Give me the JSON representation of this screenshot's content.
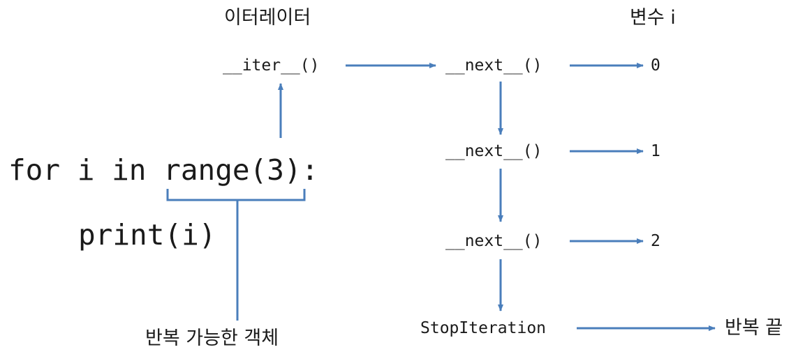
{
  "headers": {
    "iterator": "이터레이터",
    "variable": "변수 i"
  },
  "code": {
    "line1": "for i in range(3):",
    "line2": "print(i)"
  },
  "calls": {
    "iter": "__iter__()",
    "next1": "__next__()",
    "next2": "__next__()",
    "next3": "__next__()",
    "stop": "StopIteration"
  },
  "values": [
    "0",
    "1",
    "2"
  ],
  "labels": {
    "iterable": "반복 가능한 객체",
    "loop_end": "반복 끝"
  },
  "colors": {
    "arrow": "#4a7ebb",
    "text": "#1a1a1a"
  }
}
